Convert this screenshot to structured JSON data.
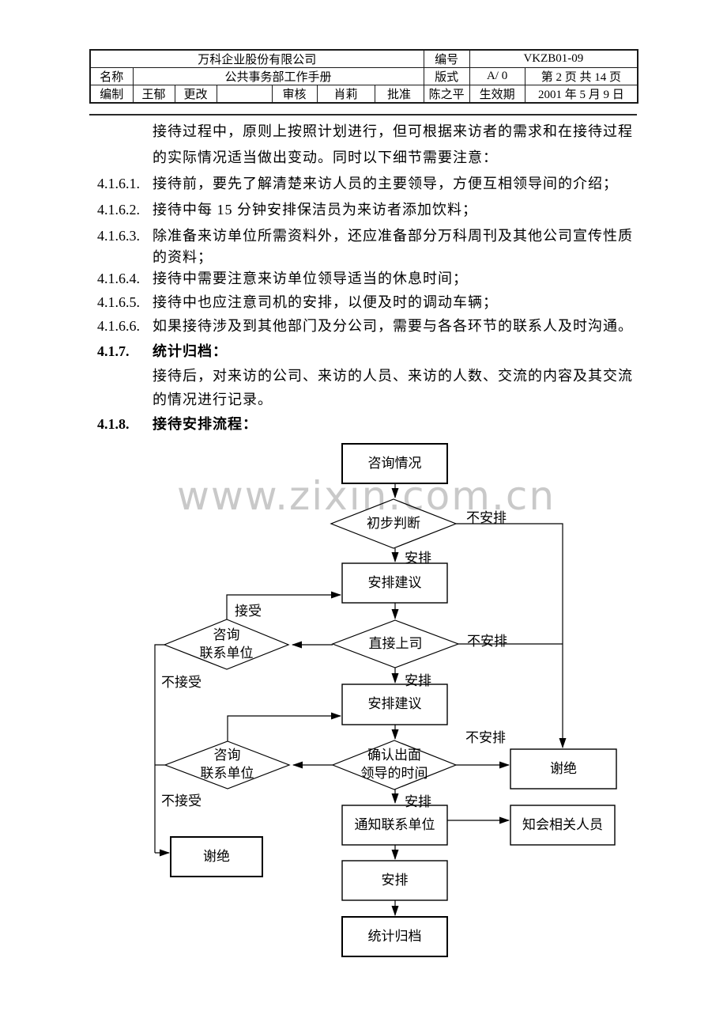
{
  "header": {
    "company": "万科企业股份有限公司",
    "no_label": "编号",
    "no_value": "VKZB01-09",
    "name_label": "名称",
    "name_value": "公共事务部工作手册",
    "format_label": "版式",
    "format_value": "A/ 0",
    "page_info": "第 2 页 共 14 页",
    "prepared_label": "编制",
    "prepared_by": "王郁",
    "modified_label": "更改",
    "modified_by": "",
    "reviewed_label": "审核",
    "reviewed_by": "肖莉",
    "approved_label": "批准",
    "approved_by": "陈之平",
    "effective_label": "生效期",
    "effective_date": "2001 年 5 月 9 日"
  },
  "content": {
    "lines": [
      {
        "text": "接待过程中，原则上按照计划进行，但可根据来访者的需求和在接待过程"
      },
      {
        "text": "的实际情况适当做出变动。同时以下细节需要注意："
      },
      {
        "num": "4.1.6.1.",
        "text": "接待前，要先了解清楚来访人员的主要领导，方便互相领导间的介绍；"
      },
      {
        "num": "4.1.6.2.",
        "text": "接待中每 15 分钟安排保洁员为来访者添加饮料；"
      },
      {
        "num": "4.1.6.3.",
        "text": "除准备来访单位所需资料外，还应准备部分万科周刊及其他公司宣传性质"
      },
      {
        "text": "的资料；"
      },
      {
        "num": "4.1.6.4.",
        "text": "接待中需要注意来访单位领导适当的休息时间；"
      },
      {
        "num": "4.1.6.5.",
        "text": "接待中也应注意司机的安排，以便及时的调动车辆；"
      },
      {
        "num": "4.1.6.6.",
        "text": "如果接待涉及到其他部门及分公司，需要与各各环节的联系人及时沟通。"
      },
      {
        "num": "4.1.7.",
        "text": "统计归档："
      },
      {
        "text": "接待后，对来访的公司、来访的人员、来访的人数、交流的内容及其交流"
      },
      {
        "text": "的情况进行记录。"
      },
      {
        "num": "4.1.8.",
        "text": "接待安排流程："
      }
    ]
  },
  "watermark": "www.zixin.com.cn",
  "flowchart": {
    "nodes": {
      "consult": "咨询情况",
      "judge": "初步判断",
      "suggest1": "安排建议",
      "boss": "直接上司",
      "contact1": "咨询\n联系单位",
      "suggest2": "安排建议",
      "confirm": "确认出面\n领导的时间",
      "contact2": "咨询\n联系单位",
      "refuse_right": "谢绝",
      "notify": "通知联系单位",
      "inform": "知会相关人员",
      "refuse_left": "谢绝",
      "arrange": "安排",
      "archive": "统计归档"
    },
    "edge_labels": {
      "no_arrange_1": "不安排",
      "no_arrange_2": "不安排",
      "no_arrange_3": "不安排",
      "arrange_1": "安排",
      "arrange_2": "安排",
      "arrange_3": "安排",
      "accept": "接受",
      "no_accept_1": "不接受",
      "no_accept_2": "不接受"
    }
  }
}
